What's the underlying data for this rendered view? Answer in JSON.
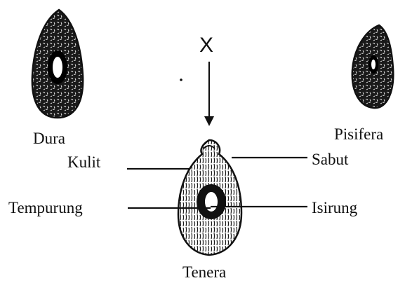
{
  "diagram": {
    "cross_symbol": "X",
    "parents": [
      {
        "name": "Dura"
      },
      {
        "name": "Pisifera"
      }
    ],
    "offspring": {
      "name": "Tenera"
    },
    "parts": {
      "kulit": "Kulit",
      "sabut": "Sabut",
      "tempurung": "Tempurung",
      "isirung": "Isirung"
    },
    "ink_color": "#111111"
  }
}
